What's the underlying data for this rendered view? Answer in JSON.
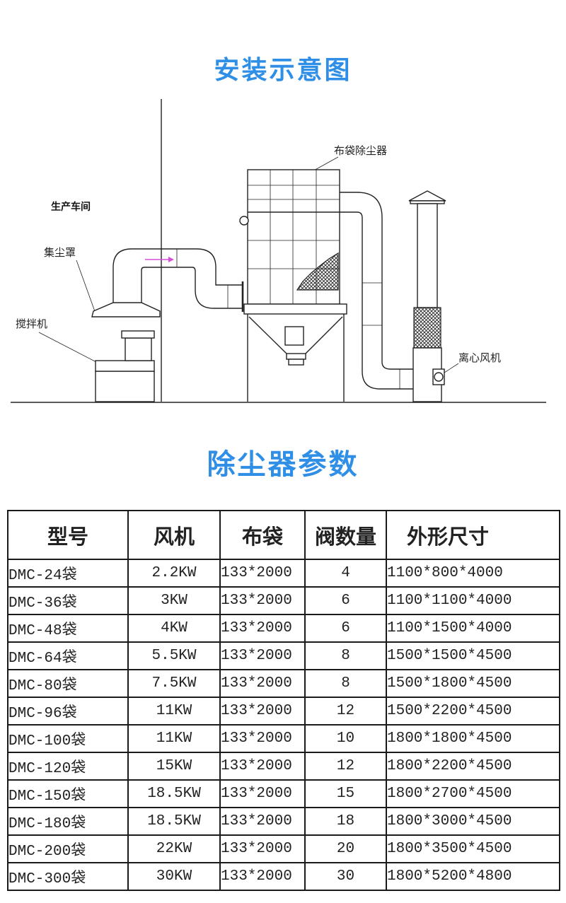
{
  "colors": {
    "title": "#2f8fe6",
    "flow_arrow": "#d64fd6",
    "line": "#222222"
  },
  "diagram": {
    "title": "安装示意图",
    "labels": {
      "bag_filter": "布袋除尘器",
      "workshop": "生产车间",
      "hood": "集尘罩",
      "mixer": "搅拌机",
      "fan": "离心风机"
    }
  },
  "params": {
    "title": "除尘器参数",
    "columns": [
      "型号",
      "风机",
      "布袋",
      "阀数量",
      "外形尺寸"
    ],
    "rows": [
      [
        "DMC-24袋",
        "2.2KW",
        "133*2000",
        "4",
        "1100*800*4000"
      ],
      [
        "DMC-36袋",
        "3KW",
        "133*2000",
        "6",
        "1100*1100*4000"
      ],
      [
        "DMC-48袋",
        "4KW",
        "133*2000",
        "6",
        "1100*1500*4000"
      ],
      [
        "DMC-64袋",
        "5.5KW",
        "133*2000",
        "8",
        "1500*1500*4500"
      ],
      [
        "DMC-80袋",
        "7.5KW",
        "133*2000",
        "8",
        "1500*1800*4500"
      ],
      [
        "DMC-96袋",
        "11KW",
        "133*2000",
        "12",
        "1500*2200*4500"
      ],
      [
        "DMC-100袋",
        "11KW",
        "133*2000",
        "10",
        "1800*1800*4500"
      ],
      [
        "DMC-120袋",
        "15KW",
        "133*2000",
        "12",
        "1800*2200*4500"
      ],
      [
        "DMC-150袋",
        "18.5KW",
        "133*2000",
        "15",
        "1800*2700*4500"
      ],
      [
        "DMC-180袋",
        "18.5KW",
        "133*2000",
        "18",
        "1800*3000*4500"
      ],
      [
        "DMC-200袋",
        "22KW",
        "133*2000",
        "20",
        "1800*3500*4500"
      ],
      [
        "DMC-300袋",
        "30KW",
        "133*2000",
        "30",
        "1800*5200*4800"
      ]
    ]
  }
}
